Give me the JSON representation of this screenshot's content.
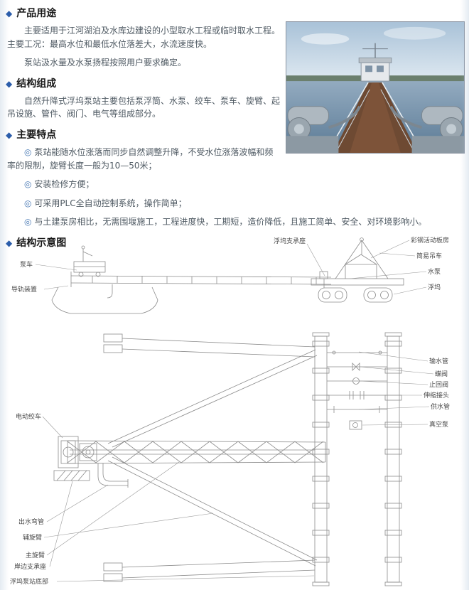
{
  "icons": {
    "section_diamond": "◆",
    "feature_bullet": "◎"
  },
  "colors": {
    "accent_blue": "#2a5caa",
    "heading_text": "#181818",
    "body_text": "#4f5a63",
    "diagram_line": "#8c8c8c"
  },
  "sections": {
    "usage": {
      "title": "产品用途",
      "para1": "主要适用于江河湖泊及水库边建设的小型取水工程或临时取水工程。主要工况：最高水位和最低水位落差大，水流速度快。",
      "para2": "泵站汲水量及水泵扬程按照用户要求确定。"
    },
    "composition": {
      "title": "结构组成",
      "para1": "自然升降式浮坞泵站主要包括泵浮筒、水泵、绞车、泵车、旋臂、起吊设施、管件、阀门、电气等组成部分。"
    },
    "features": {
      "title": "主要特点",
      "items": [
        "泵站能随水位涨落而同步自然调整升降，不受水位涨落波幅和频率的限制，旋臂长度一般为10—50米；",
        "安装检修方便；",
        "可采用PLC全自动控制系统，操作简单；",
        "与土建泵房相比，无需围堰施工，工程进度快，工期短，造价降低，且施工简单、安全、对环境影响小。"
      ]
    },
    "diagram": {
      "title": "结构示意图"
    }
  },
  "diagram_labels": {
    "pump_car": "泵车",
    "guide_rail": "导轨装置",
    "dock_support": "浮坞支承座",
    "color_steel_house": "彩钢活动板房",
    "simple_crane": "简易吊车",
    "water_pump": "水泵",
    "floating_dock": "浮坞",
    "delivery_pipe": "输水管",
    "butterfly_valve": "蝶阀",
    "check_valve": "止回阀",
    "expansion_joint": "伸缩接头",
    "supply_pipe": "供水管",
    "vacuum_pump": "真空泵",
    "electric_winch": "电动绞车",
    "outlet_bend_pipe": "出水弯管",
    "auxiliary_arm": "辅旋臂",
    "main_arm": "主旋臂",
    "shore_support": "岸边支承座",
    "dock_station_bottom": "浮坞泵站底部"
  }
}
